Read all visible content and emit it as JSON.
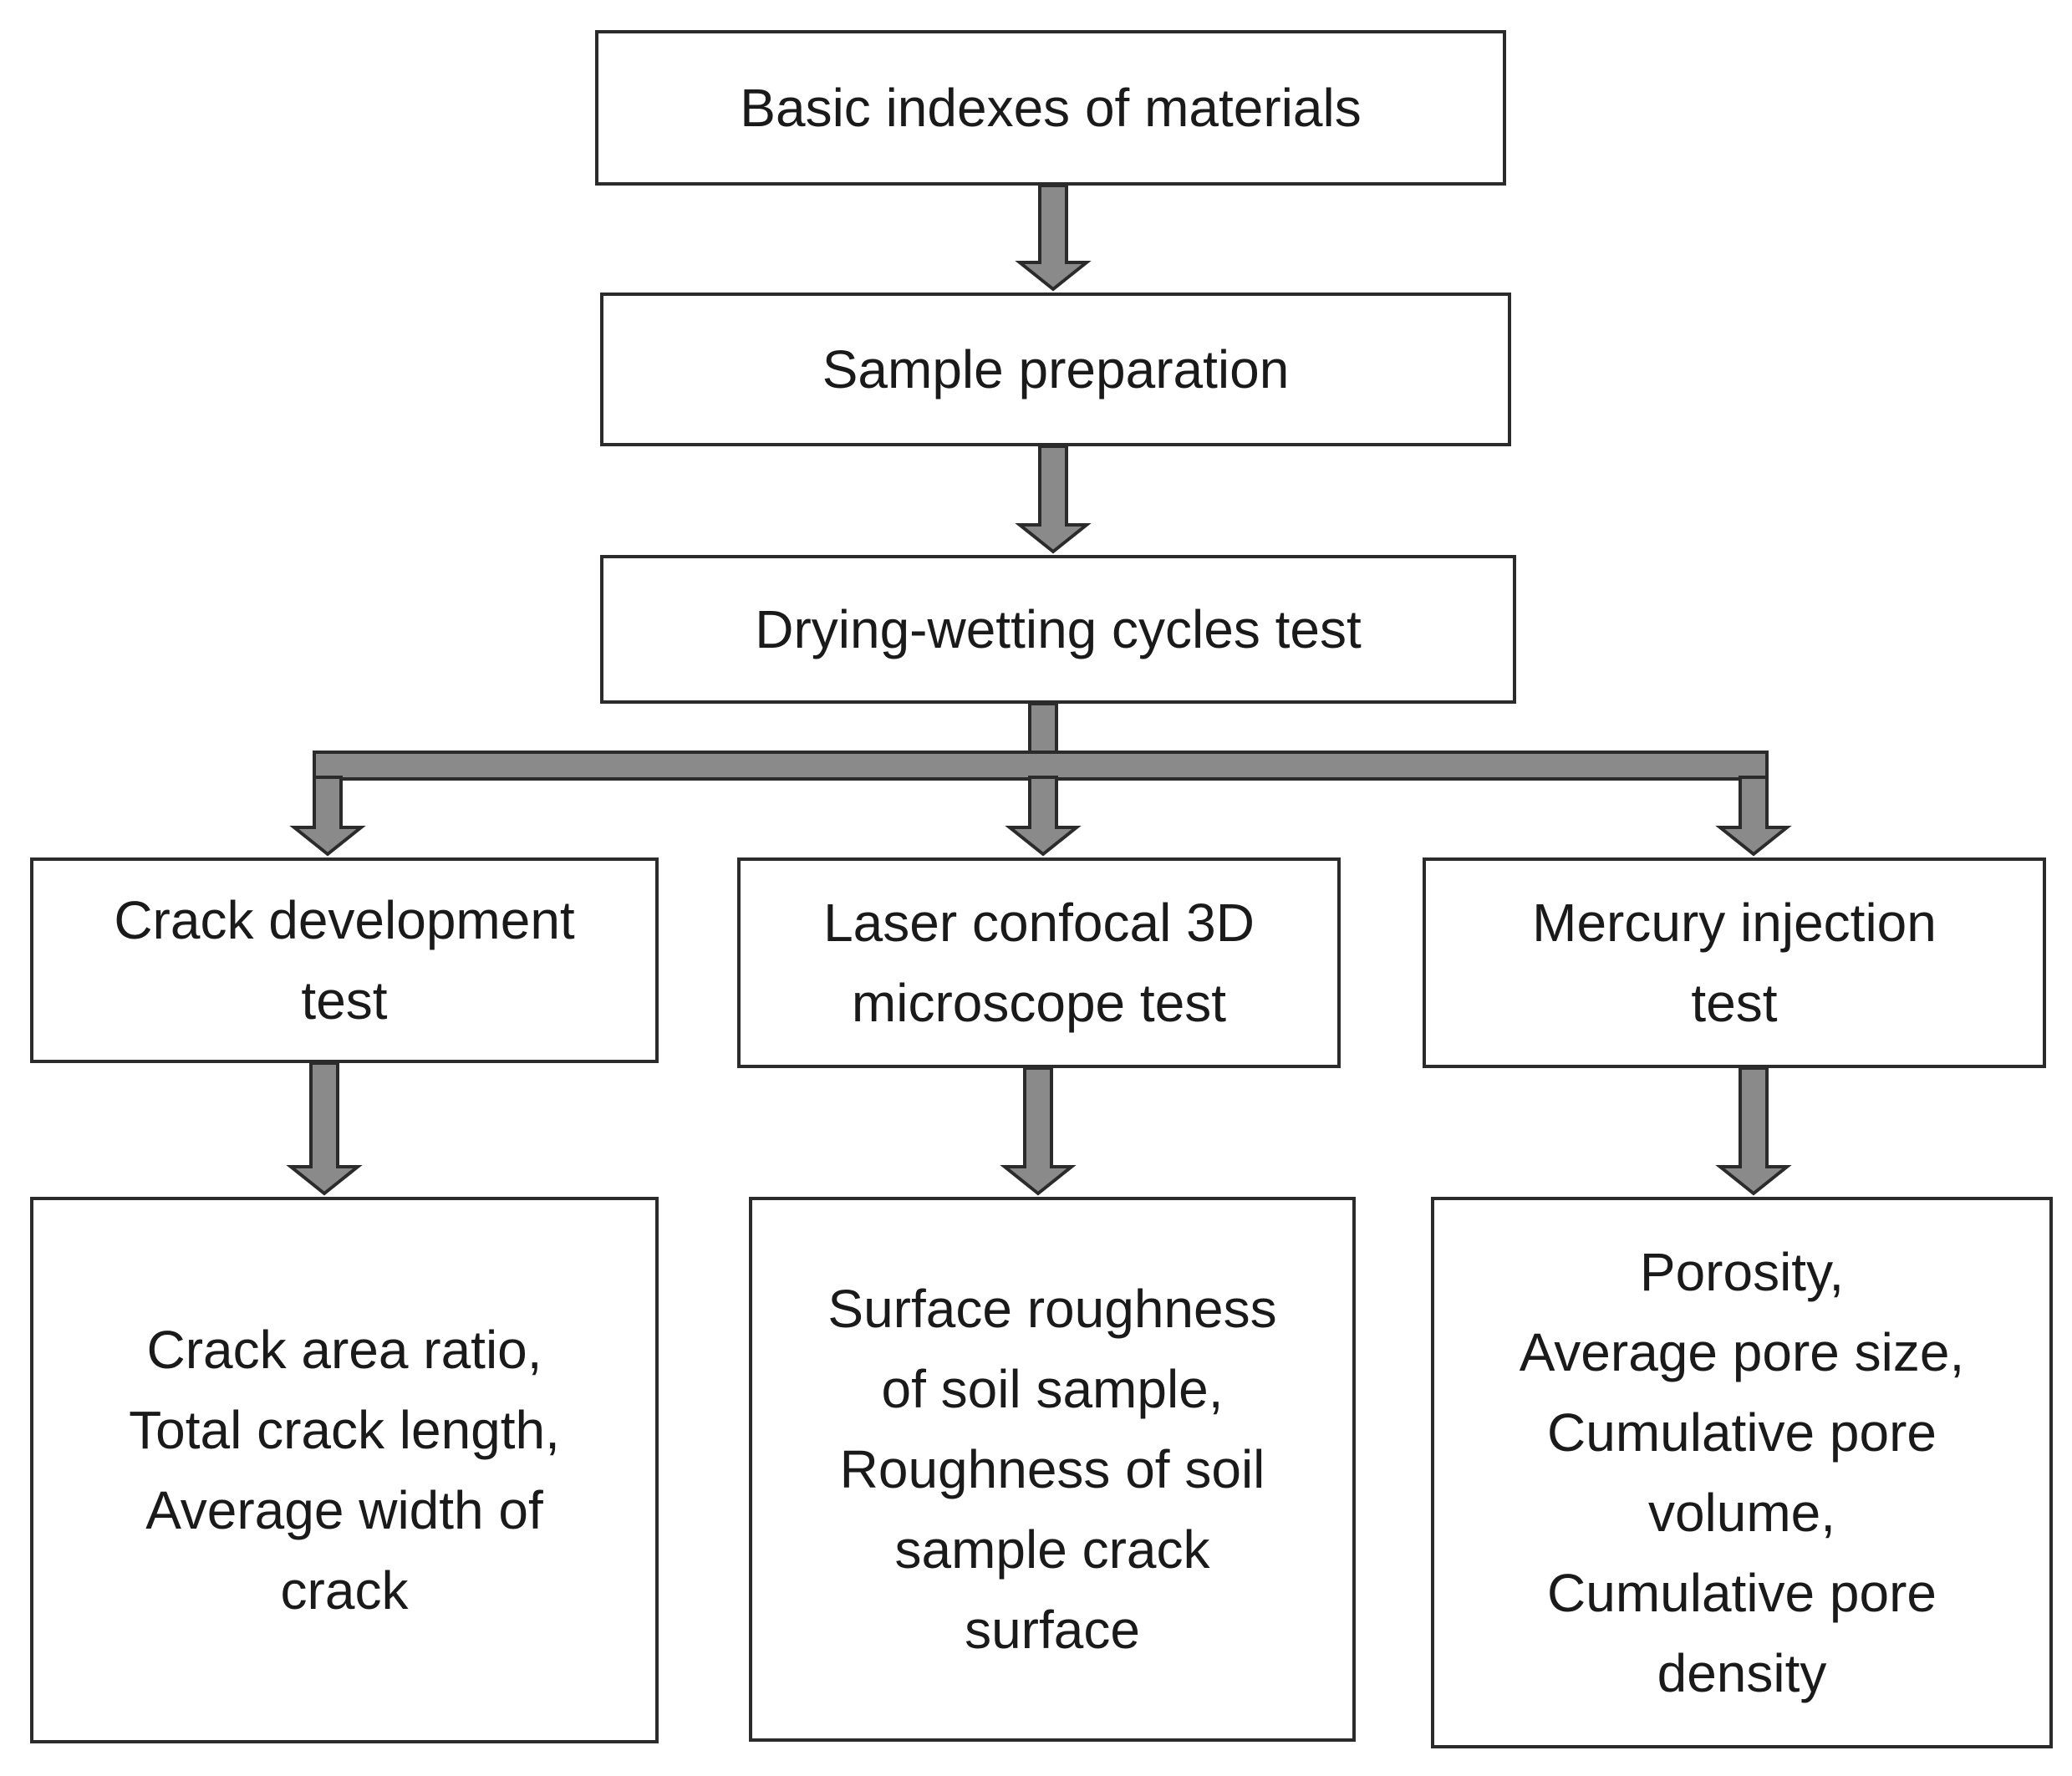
{
  "nodes": {
    "basic_indexes": "Basic indexes of materials",
    "sample_preparation": "Sample preparation",
    "drying_wetting": "Drying-wetting cycles test",
    "crack_test": [
      "Crack development",
      "test"
    ],
    "laser_test": [
      "Laser confocal 3D",
      "microscope test"
    ],
    "mercury_test": [
      "Mercury injection",
      "test"
    ],
    "crack_results": [
      "Crack area ratio,",
      "Total crack length,",
      "Average width of",
      "crack"
    ],
    "laser_results": [
      "Surface roughness",
      "of soil sample,",
      "Roughness of soil",
      "sample crack",
      "surface"
    ],
    "mercury_results": [
      "Porosity,",
      "Average pore size,",
      "Cumulative pore",
      "volume,",
      "Cumulative pore",
      "density"
    ]
  },
  "colors": {
    "stroke": "#2b2b2b",
    "arrow_fill": "#8a8a8a",
    "background": "#ffffff"
  }
}
